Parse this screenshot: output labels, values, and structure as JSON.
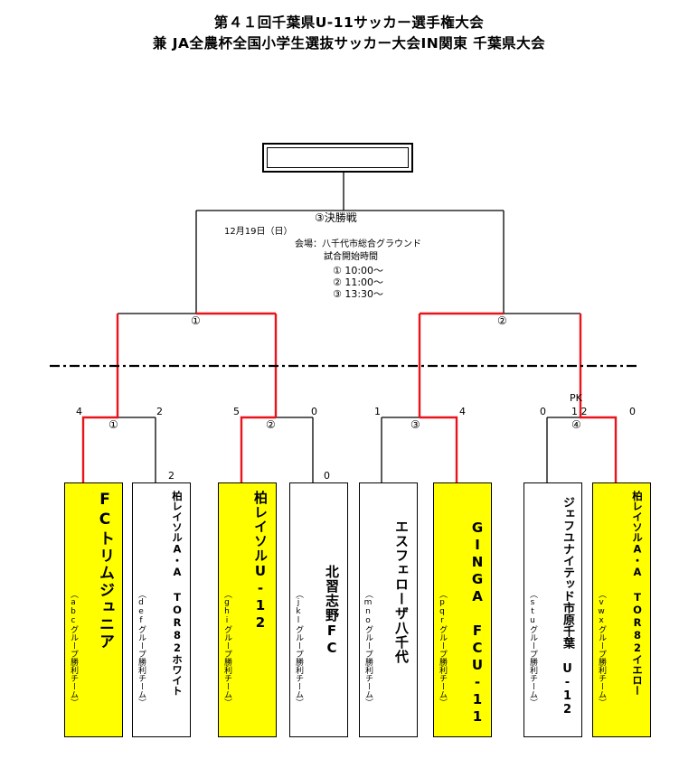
{
  "title_line1": "第４１回千葉県U-11サッカー選手権大会",
  "title_line2": "兼 JA全農杯全国小学生選抜サッカー大会IN関東 千葉県大会",
  "final": {
    "label": "③決勝戦",
    "date": "12月19日（日）",
    "venue": "会場：八千代市総合グラウンド",
    "start_label": "試合開始時間",
    "time1": "① 10:00～",
    "time2": "② 11:00～",
    "time3": "③ 13:30～"
  },
  "semi": {
    "m1": "①",
    "m2": "②"
  },
  "round1": {
    "m1": {
      "label": "①",
      "left_score": "4",
      "right_score": "2",
      "extra": "2"
    },
    "m2": {
      "label": "②",
      "left_score": "5",
      "right_score": "0",
      "extra": "0"
    },
    "m3": {
      "label": "③",
      "left_score": "1",
      "right_score": "4"
    },
    "m4": {
      "label": "④",
      "left_score": "0",
      "right_score": "0",
      "pk_label": "PK",
      "pk_score": "1 2"
    }
  },
  "teams": [
    {
      "name": "FCトリムジュニア",
      "group": "（abcグループ勝利チーム）",
      "winner": true
    },
    {
      "name": "柏レイソルA・A TOR82ホワイト",
      "group": "（defグループ勝利チーム）",
      "winner": false
    },
    {
      "name": "柏レイソルU-12",
      "group": "（ghiグループ勝利チーム）",
      "winner": true
    },
    {
      "name": "北習志野FC",
      "group": "（jklグループ勝利チーム）",
      "winner": false
    },
    {
      "name": "エスフェローザ八千代",
      "group": "（mnoグループ勝利チーム）",
      "winner": false
    },
    {
      "name": "GINGA FCU-11",
      "group": "（pqrグループ勝利チーム）",
      "winner": true
    },
    {
      "name": "ジェフユナイテッド市原千葉 U-12",
      "group": "（stuグループ勝利チーム）",
      "winner": false
    },
    {
      "name": "柏レイソルA・A TOR82イエロー",
      "group": "（vwxグループ勝利チーム）",
      "winner": true
    }
  ],
  "colors": {
    "winner_line": "#e8141c",
    "winner_box": "#ffff00",
    "line": "#000000"
  }
}
